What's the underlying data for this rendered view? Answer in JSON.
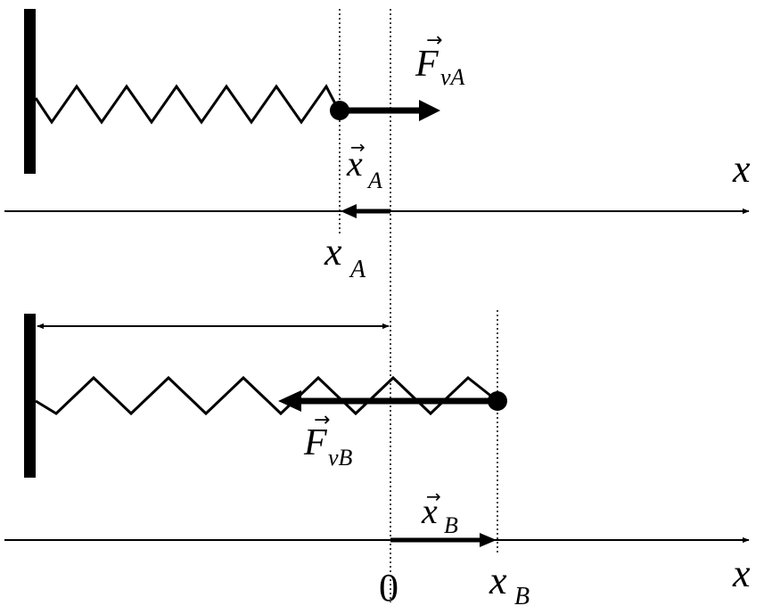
{
  "scene_a": {
    "force_label": "F",
    "force_sub": "vA",
    "disp_label": "x",
    "disp_sub": "A",
    "pos_label": "x",
    "pos_sub": "A",
    "axis_label": "x"
  },
  "scene_b": {
    "force_label": "F",
    "force_sub": "vB",
    "disp_label": "x",
    "disp_sub": "B",
    "pos_label": "x",
    "pos_sub": "B",
    "origin_label": "0",
    "axis_label": "x"
  },
  "colors": {
    "ink": "#000000",
    "background": "#ffffff"
  },
  "vector_arrow_glyph": "→"
}
